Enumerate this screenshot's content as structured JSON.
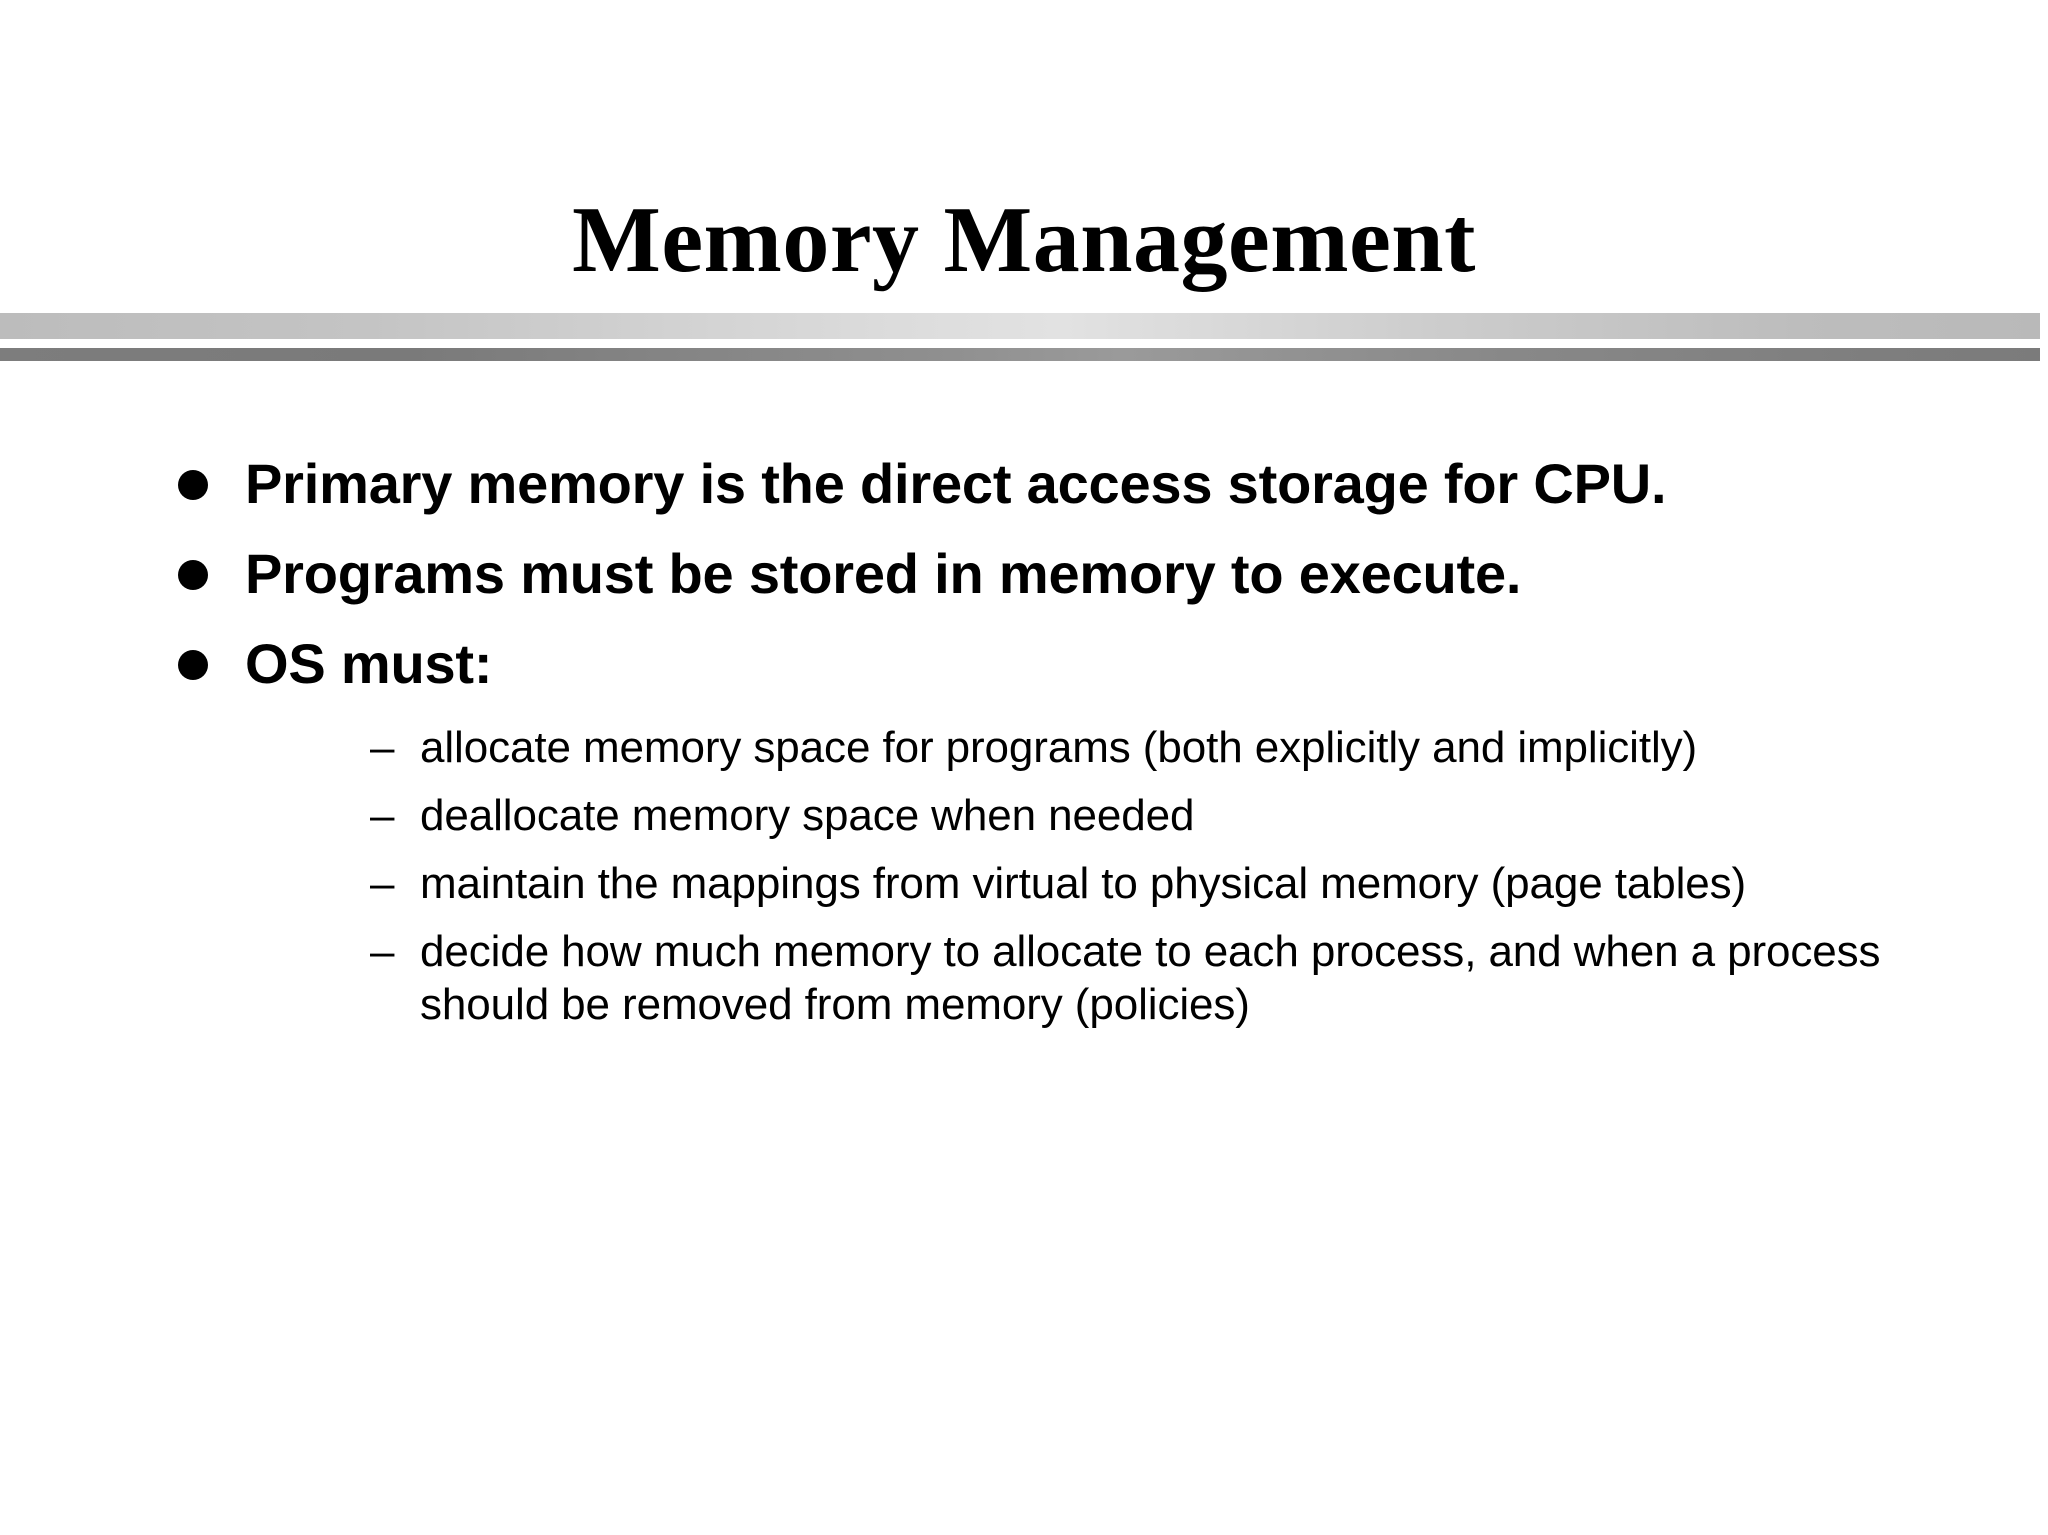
{
  "slide": {
    "title": "Memory Management",
    "background_color": "#ffffff",
    "text_color": "#000000",
    "divider": {
      "top_bar_color": "#c2c2c2",
      "bottom_bar_color": "#808080"
    },
    "bullet_glyphs": {
      "level1": "filled-circle",
      "level2": "–"
    },
    "bullets": [
      {
        "level": 1,
        "text": "Primary memory is the direct access storage for CPU.",
        "children": []
      },
      {
        "level": 1,
        "text": "Programs must be stored in memory to execute.",
        "children": []
      },
      {
        "level": 1,
        "text": "OS must:",
        "children": [
          {
            "level": 2,
            "marker": "–",
            "text": "allocate memory space for programs (both explicitly and implicitly)"
          },
          {
            "level": 2,
            "marker": "–",
            "text": "deallocate memory space when needed"
          },
          {
            "level": 2,
            "marker": "–",
            "text": "maintain the mappings from virtual to physical memory (page tables)"
          },
          {
            "level": 2,
            "marker": "–",
            "text": "decide how much memory to allocate to each process, and when a process should be removed from memory (policies)"
          }
        ]
      }
    ]
  }
}
